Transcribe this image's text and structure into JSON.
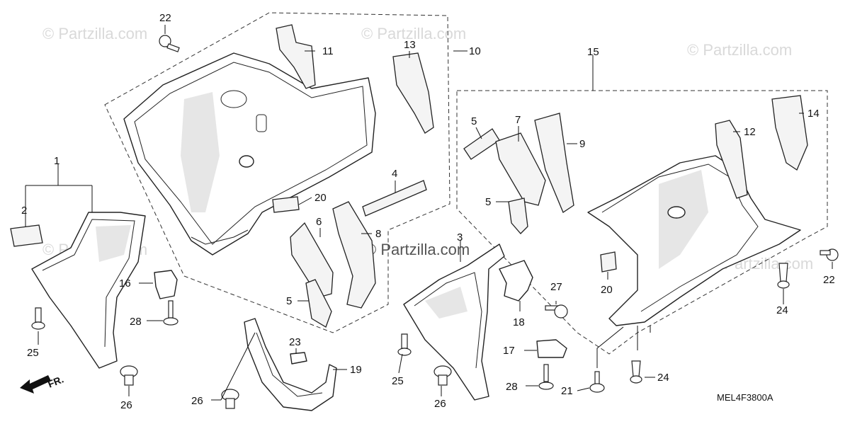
{
  "diagram": {
    "watermark": "© Partzilla.com",
    "diagram_code": "MEL4F3800A",
    "direction_marker": "FR.",
    "callouts": [
      {
        "id": "1",
        "text": "1"
      },
      {
        "id": "2",
        "text": "2"
      },
      {
        "id": "3",
        "text": "3"
      },
      {
        "id": "4",
        "text": "4"
      },
      {
        "id": "5a",
        "text": "5"
      },
      {
        "id": "5b",
        "text": "5"
      },
      {
        "id": "5c",
        "text": "5"
      },
      {
        "id": "6",
        "text": "6"
      },
      {
        "id": "7",
        "text": "7"
      },
      {
        "id": "8",
        "text": "8"
      },
      {
        "id": "9",
        "text": "9"
      },
      {
        "id": "10",
        "text": "10"
      },
      {
        "id": "11",
        "text": "11"
      },
      {
        "id": "12",
        "text": "12"
      },
      {
        "id": "13",
        "text": "13"
      },
      {
        "id": "14",
        "text": "14"
      },
      {
        "id": "15",
        "text": "15"
      },
      {
        "id": "16",
        "text": "16"
      },
      {
        "id": "17",
        "text": "17"
      },
      {
        "id": "18",
        "text": "18"
      },
      {
        "id": "19",
        "text": "19"
      },
      {
        "id": "20a",
        "text": "20"
      },
      {
        "id": "20b",
        "text": "20"
      },
      {
        "id": "21",
        "text": "21"
      },
      {
        "id": "22a",
        "text": "22"
      },
      {
        "id": "22b",
        "text": "22"
      },
      {
        "id": "23",
        "text": "23"
      },
      {
        "id": "24a",
        "text": "24"
      },
      {
        "id": "24b",
        "text": "24"
      },
      {
        "id": "25a",
        "text": "25"
      },
      {
        "id": "25b",
        "text": "25"
      },
      {
        "id": "26a",
        "text": "26"
      },
      {
        "id": "26b",
        "text": "26"
      },
      {
        "id": "27",
        "text": "27"
      },
      {
        "id": "28a",
        "text": "28"
      },
      {
        "id": "28b",
        "text": "28"
      }
    ]
  }
}
